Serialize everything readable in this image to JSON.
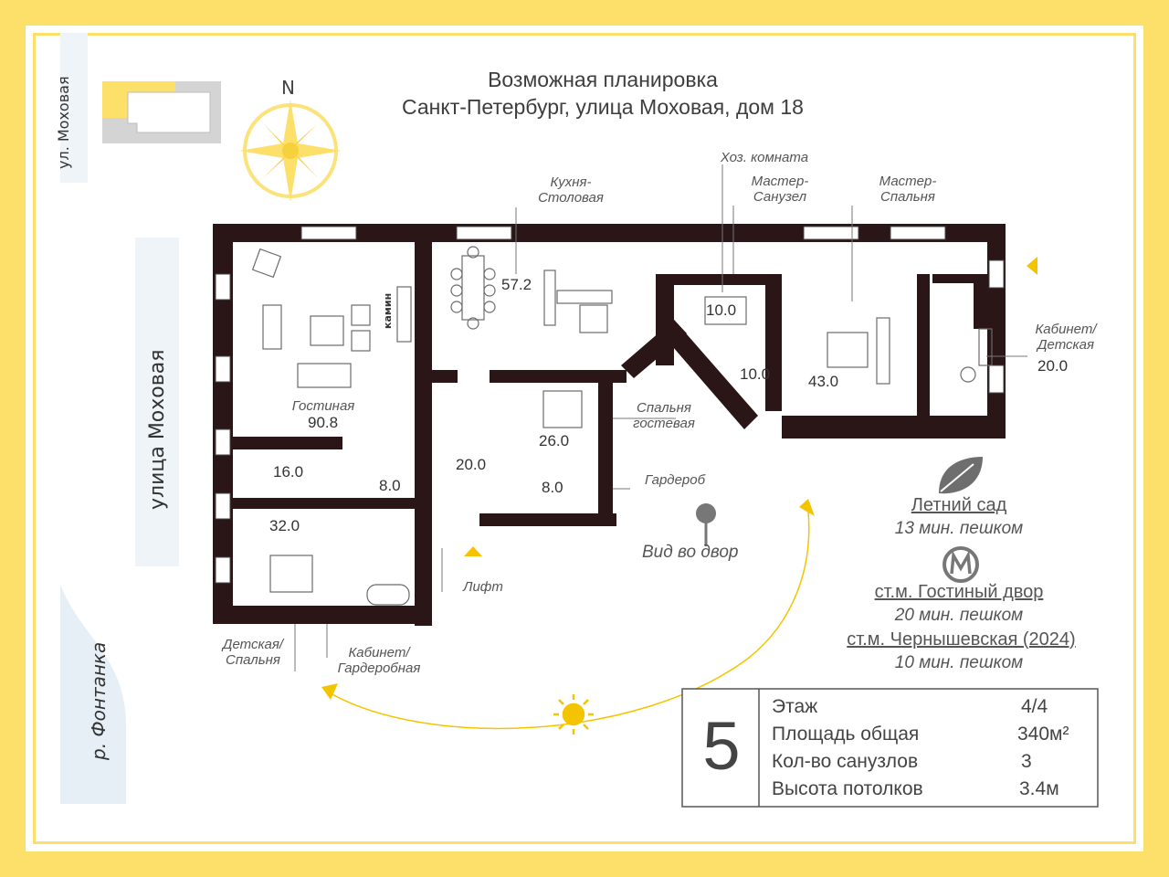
{
  "title": {
    "line1": "Возможная планировка",
    "line2": "Санкт-Петербург, улица Моховая, дом 18"
  },
  "compass": {
    "north": "N"
  },
  "streets": {
    "top_left": "ул. Моховая",
    "main": "улица Моховая",
    "river": "р. Фонтанка"
  },
  "rooms": {
    "kitchen": {
      "label": "Кухня-\nСтоловая",
      "area": "57.2"
    },
    "utility": {
      "label": "Хоз. комната",
      "area": "10.0"
    },
    "master_bath": {
      "label": "Мастер-\nСанузел",
      "area": "10.0"
    },
    "master_bed": {
      "label": "Мастер-\nСпальня",
      "area": "43.0"
    },
    "cabinet_kids": {
      "label": "Кабинет/\nДетская",
      "area": "20.0"
    },
    "living": {
      "label": "Гостиная",
      "area": "90.8",
      "fireplace": "камин"
    },
    "guest_bed": {
      "label": "Спальня\nгостевая",
      "area": "26.0"
    },
    "wardrobe": {
      "label": "Гардероб",
      "area": "8.0"
    },
    "hall": {
      "area": "20.0"
    },
    "small_room": {
      "area": "16.0"
    },
    "bath_small": {
      "area": "8.0"
    },
    "kids_bed": {
      "label": "Детская/\nСпальня",
      "area": "32.0"
    },
    "cabinet_wardrobe": {
      "label": "Кабинет/\nГардеробная"
    },
    "lift": {
      "label": "Лифт"
    }
  },
  "view": {
    "label": "Вид во двор"
  },
  "places": [
    {
      "name": "Летний сад",
      "time": "13 мин. пешком"
    },
    {
      "name": "ст.м. Гостиный двор",
      "time": "20 мин. пешком"
    },
    {
      "name": "ст.м. Чернышевская (2024)",
      "time": "10 мин. пешком"
    }
  ],
  "metro_letter": "M",
  "info": {
    "number": "5",
    "rows": [
      {
        "label": "Этаж",
        "value": "4/4"
      },
      {
        "label": "Площадь общая",
        "value": "340м²"
      },
      {
        "label": "Кол-во санузлов",
        "value": "3"
      },
      {
        "label": "Высота потолков",
        "value": "3.4м"
      }
    ]
  },
  "colors": {
    "accent": "#fde06a",
    "wall": "#2a1616",
    "sun": "#f5c400"
  }
}
